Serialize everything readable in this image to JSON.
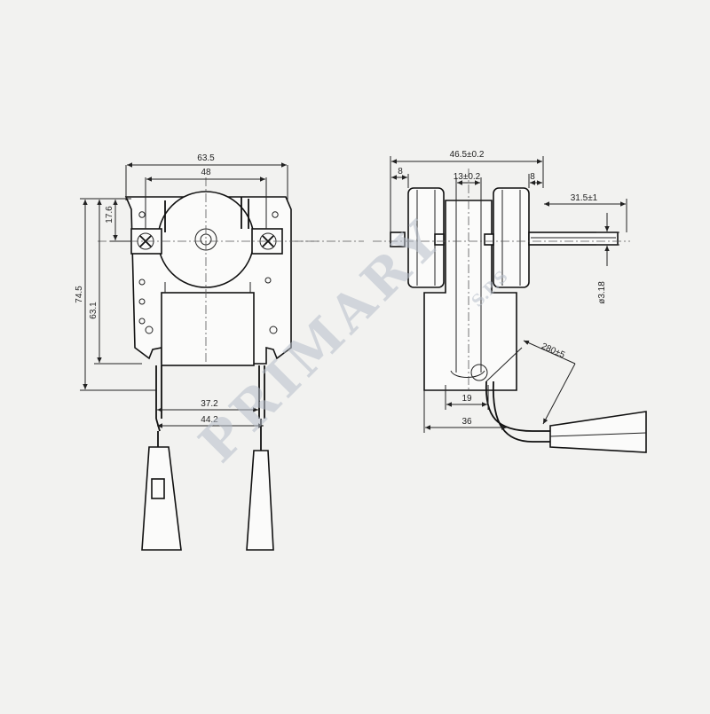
{
  "dimensions": {
    "front_width_outer": "63.5",
    "front_width_inner": "48",
    "height_total": "74.5",
    "height_frame": "63.1",
    "screw_offset": "17.6",
    "pin_spacing_inner": "37.2",
    "pin_spacing_outer": "44.2",
    "side_width": "46.5±0.2",
    "side_center": "13±0.2",
    "side_left": "8",
    "side_right": "8",
    "shaft_length": "31.5±1",
    "shaft_diameter": "ø3.18",
    "lead_length": "280±5",
    "base_inner": "19",
    "base_outer": "36"
  },
  "watermark": {
    "brand": "PRIMARY",
    "sub": "S.P.S"
  },
  "colors": {
    "background": "#f2f2f0",
    "line": "#222222",
    "watermark": "#b7bfca"
  }
}
